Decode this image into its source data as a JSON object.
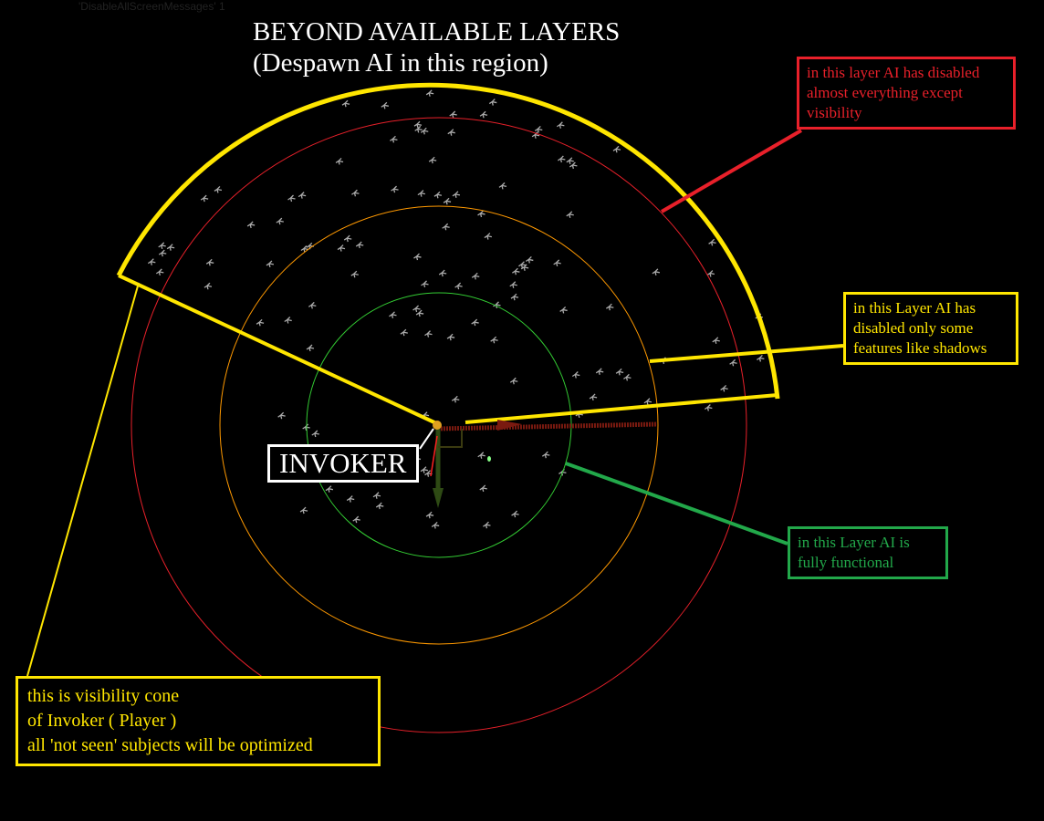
{
  "debug_text": "'DisableAllScreenMessages' 1",
  "title": {
    "line1": "BEYOND AVAILABLE LAYERS",
    "line2": "(Despawn AI in this region)"
  },
  "labels": {
    "red_layer": "in this layer AI has disabled almost everything except visibility",
    "orange_layer": "in this Layer AI has disabled only some features like shadows",
    "green_layer": "in this Layer AI is fully functional",
    "cone": [
      "this is visibility cone",
      "of Invoker ( Player )",
      "all 'not seen' subjects will be optimized"
    ],
    "invoker": "INVOKER"
  },
  "colors": {
    "red": "#e8202a",
    "orange": "#ff9900",
    "green": "#33cc33",
    "yellow": "#ffe600",
    "annot_green": "#22a84a"
  }
}
